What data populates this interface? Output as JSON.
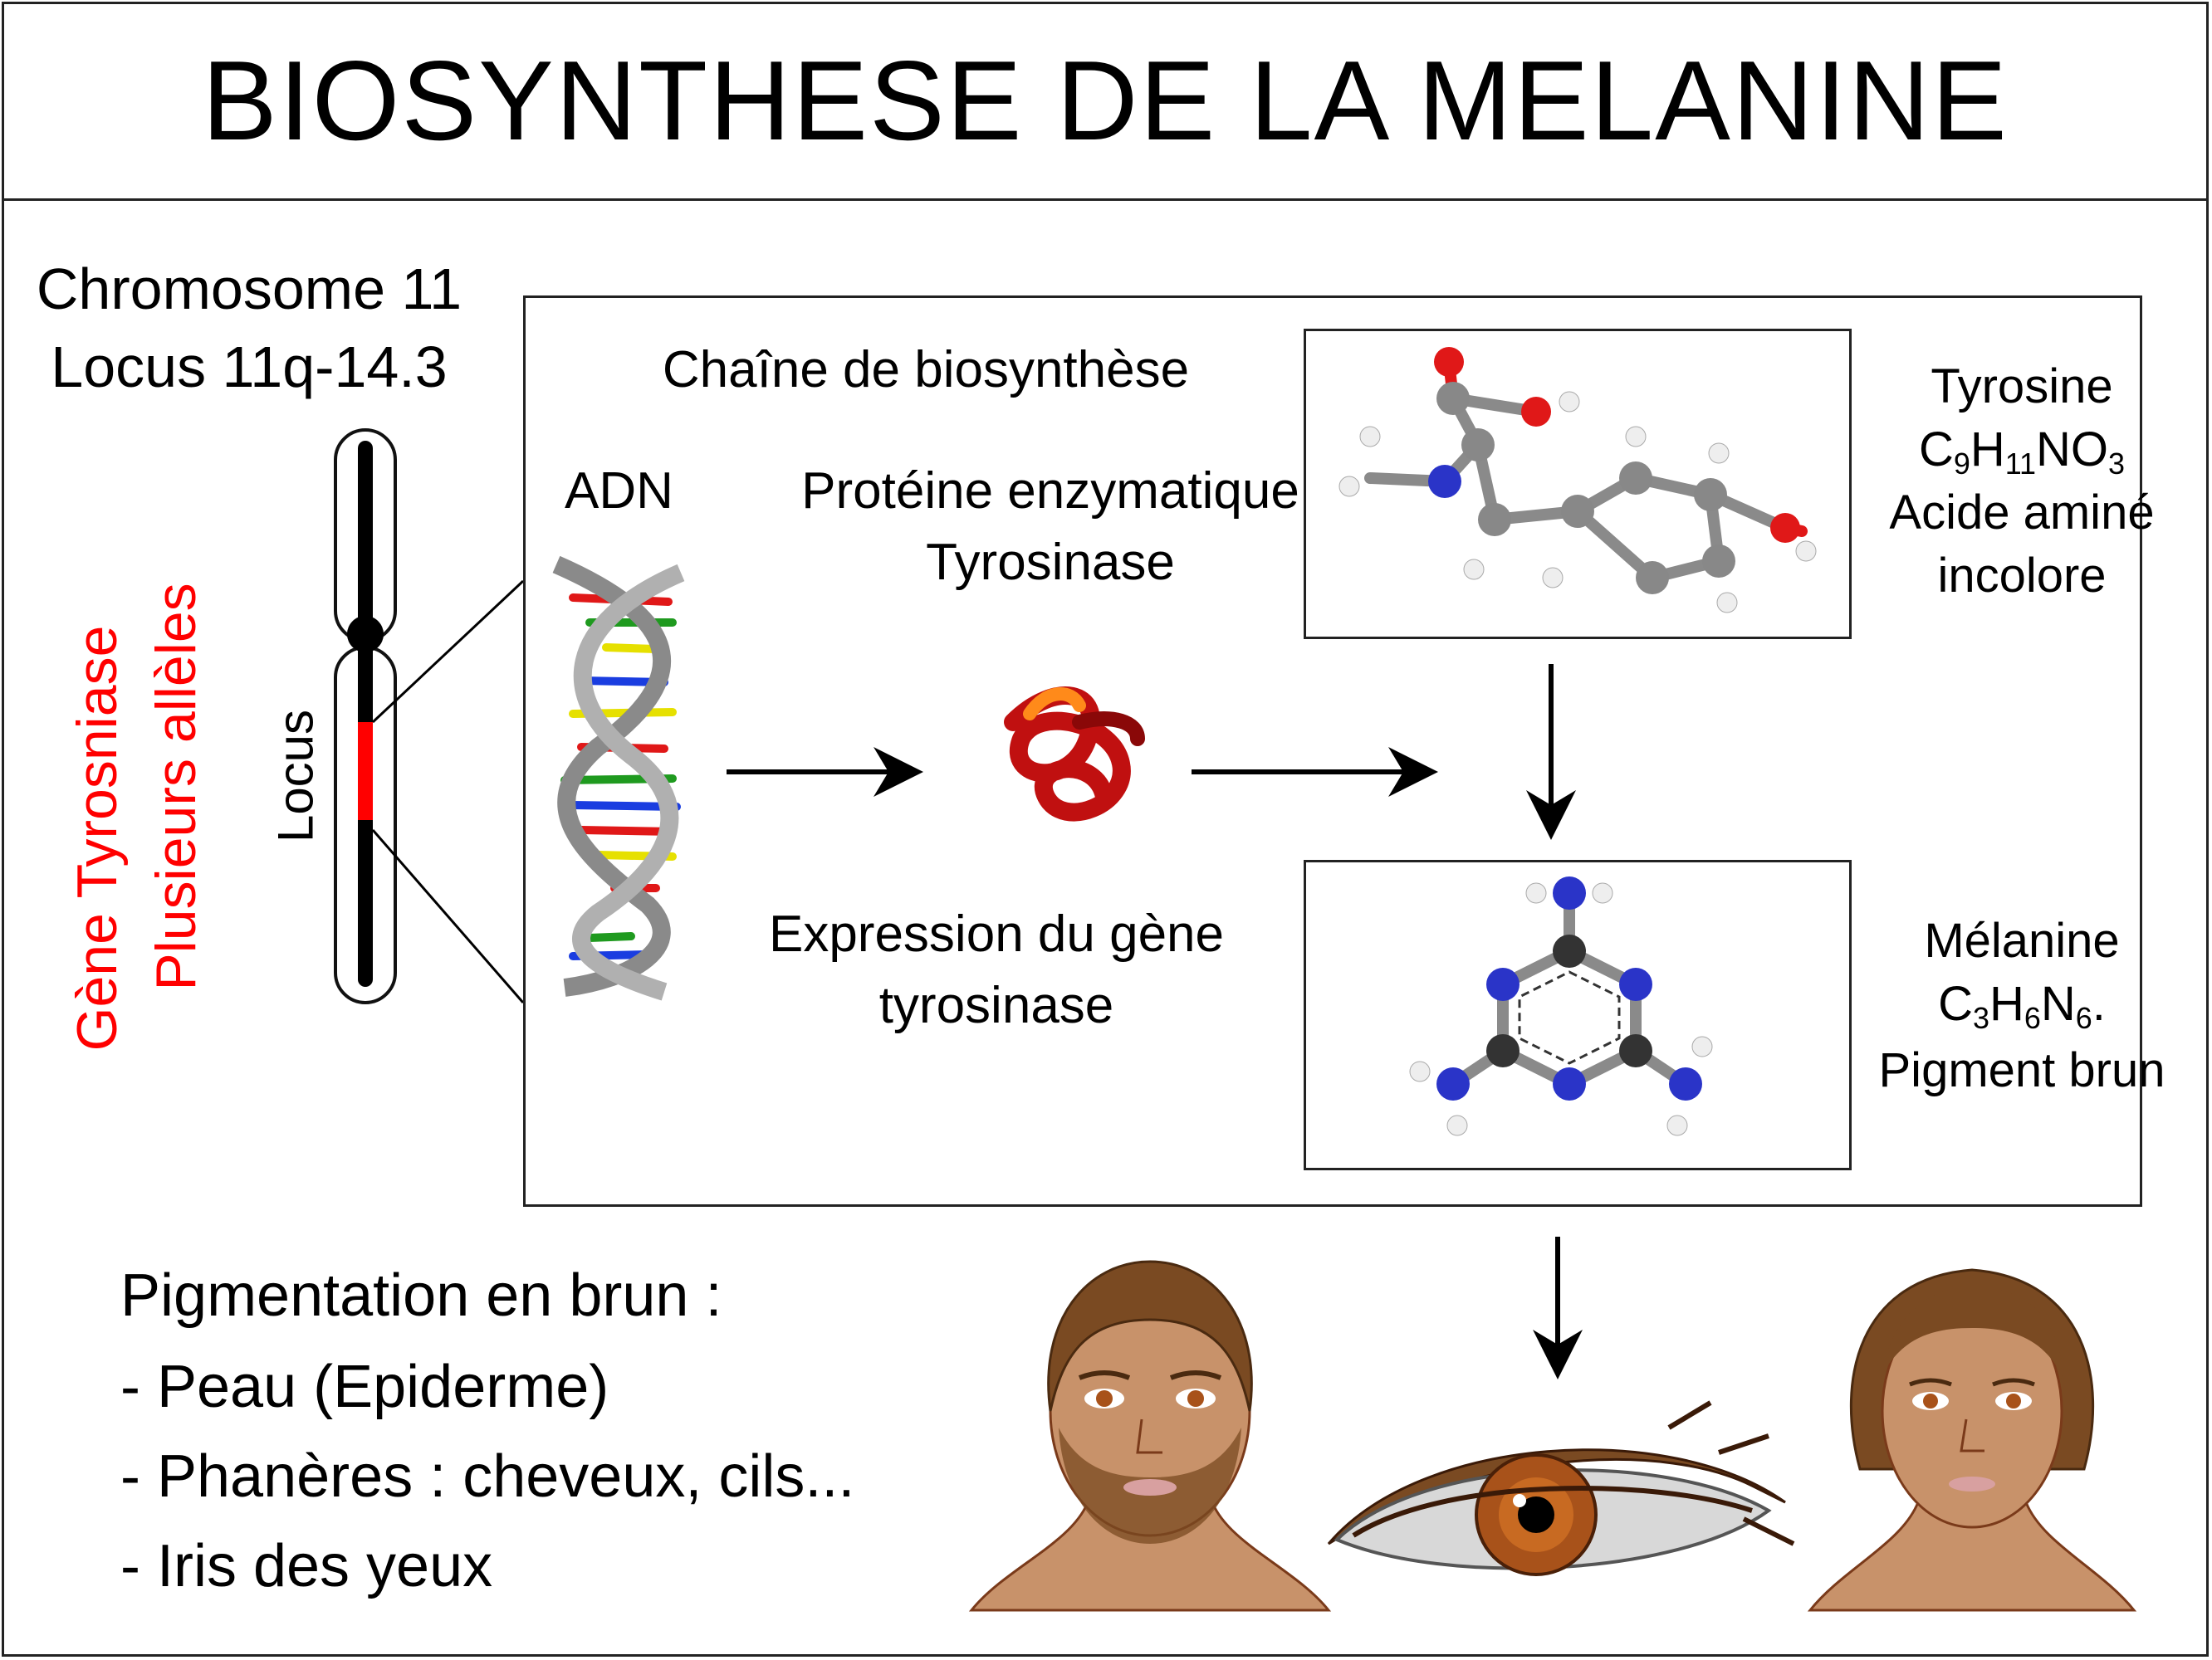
{
  "title": "BIOSYNTHESE DE LA MELANINE",
  "chromosome": {
    "name": "Chromosome 11",
    "locus": "Locus 11q-14.3",
    "locus_label": "Locus"
  },
  "gene": {
    "line1": "Gène Tyrosniase",
    "line2": "Plusieurs allèles",
    "color": "#ff0000"
  },
  "chain": {
    "heading": "Chaîne de biosynthèse",
    "dna": "ADN",
    "protein_line1": "Protéine enzymatique",
    "protein_line2": "Tyrosinase",
    "expression_line1": "Expression du gène",
    "expression_line2": "tyrosinase"
  },
  "tyrosine": {
    "name": "Tyrosine",
    "formula_c": "C",
    "formula_c_sub": "9",
    "formula_h": "H",
    "formula_h_sub": "11",
    "formula_rest": "NO",
    "formula_o_sub": "3",
    "line3": "Acide aminé",
    "line4": "incolore"
  },
  "melanine": {
    "name": "Mélanine",
    "formula_c": "C",
    "formula_c_sub": "3",
    "formula_h": "H",
    "formula_h_sub": "6",
    "formula_n": "N",
    "formula_n_sub": "6",
    "formula_end": ".",
    "line3": "Pigment brun"
  },
  "pigmentation": {
    "heading": "Pigmentation en brun :",
    "items": [
      "- Peau (Epiderme)",
      "- Phanères : cheveux, cils...",
      "- Iris des yeux"
    ]
  },
  "colors": {
    "skin": "#c8926a",
    "hair": "#7a4a22",
    "iris": "#a8521a",
    "carbon": "#888888",
    "nitrogen": "#2a34c8",
    "oxygen": "#e01818",
    "hydrogen": "#f2f2f2"
  }
}
